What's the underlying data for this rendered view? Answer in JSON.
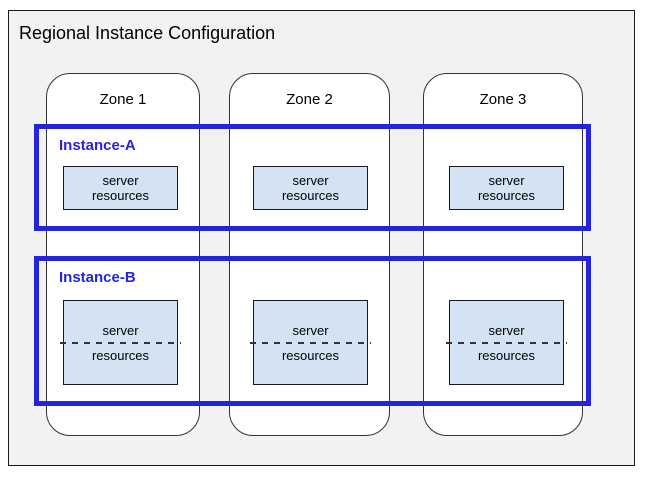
{
  "title": "Regional Instance Configuration",
  "zones": [
    {
      "label": "Zone 1"
    },
    {
      "label": "Zone 2"
    },
    {
      "label": "Zone 3"
    }
  ],
  "instances": [
    {
      "label": "Instance-A"
    },
    {
      "label": "Instance-B"
    }
  ],
  "server_box": {
    "line1": "server",
    "line2": "resources"
  },
  "colors": {
    "instance_border": "#2424dd",
    "instance_label": "#2424dd",
    "server_box_fill": "#d3e3f3",
    "region_fill": "#f2f2f2",
    "zone_fill": "#ffffff",
    "border_dark": "#1a1a1a"
  }
}
